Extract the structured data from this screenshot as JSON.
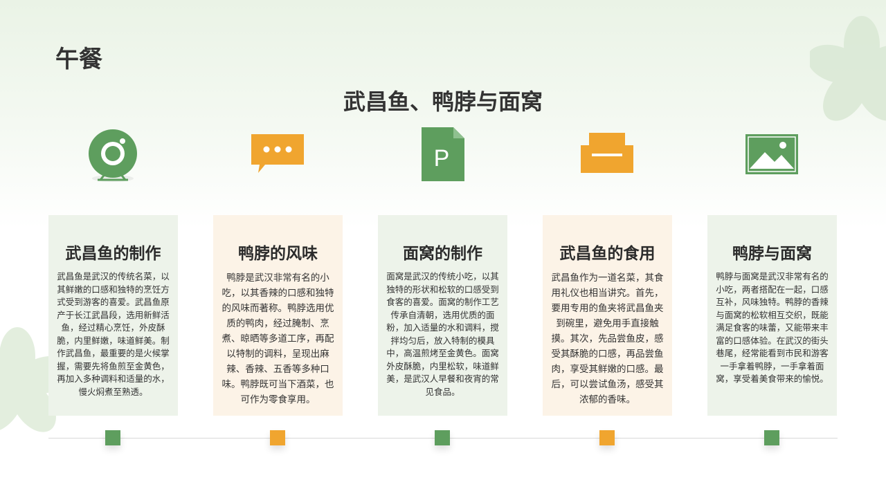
{
  "page": {
    "title": "午餐",
    "subtitle": "武昌鱼、鸭脖与面窝"
  },
  "colors": {
    "accent_green": "#5e9e5e",
    "accent_orange": "#f0a52f",
    "card_green_bg": "#edf3ea",
    "card_orange_bg": "#fcf3e7"
  },
  "icons": [
    "webcam-icon",
    "chat-bubble-icon",
    "document-p-icon",
    "sofa-icon",
    "image-icon"
  ],
  "cards": [
    {
      "title": "武昌鱼的制作",
      "body": "武昌鱼是武汉的传统名菜，以其鲜嫩的口感和独特的烹饪方式受到游客的喜爱。武昌鱼原产于长江武昌段，选用新鲜活鱼，经过精心烹饪，外皮酥脆，内里鲜嫩，味道鲜美。制作武昌鱼，最重要的是火候掌握，需要先将鱼煎至金黄色，再加入多种调料和适量的水，慢火焖煮至熟透。"
    },
    {
      "title": "鸭脖的风味",
      "body": "鸭脖是武汉非常有名的小吃，以其香辣的口感和独特的风味而著称。鸭脖选用优质的鸭肉，经过腌制、烹煮、晾晒等多道工序，再配以特制的调料，呈现出麻辣、香辣、五香等多种口味。鸭脖既可当下酒菜，也可作为零食享用。"
    },
    {
      "title": "面窝的制作",
      "body": "面窝是武汉的传统小吃，以其独特的形状和松软的口感受到食客的喜爱。面窝的制作工艺传承自清朝，选用优质的面粉，加入适量的水和调料，搅拌均匀后，放入特制的模具中，高温煎烤至金黄色。面窝外皮酥脆，内里松软，味道鲜美，是武汉人早餐和夜宵的常见食品。"
    },
    {
      "title": "武昌鱼的食用",
      "body": "武昌鱼作为一道名菜，其食用礼仪也相当讲究。首先，要用专用的鱼夹将武昌鱼夹到碗里，避免用手直接触摸。其次，先品尝鱼皮，感受其酥脆的口感，再品尝鱼肉，享受其鲜嫩的口感。最后，可以尝试鱼汤，感受其浓郁的香味。"
    },
    {
      "title": "鸭脖与面窝",
      "body": "鸭脖与面窝是武汉非常有名的小吃，两者搭配在一起，口感互补，风味独特。鸭脖的香辣与面窝的松软相互交织，既能满足食客的味蕾，又能带来丰富的口感体验。在武汉的街头巷尾，经常能看到市民和游客一手拿着鸭脖，一手拿着面窝，享受着美食带来的愉悦。"
    }
  ]
}
